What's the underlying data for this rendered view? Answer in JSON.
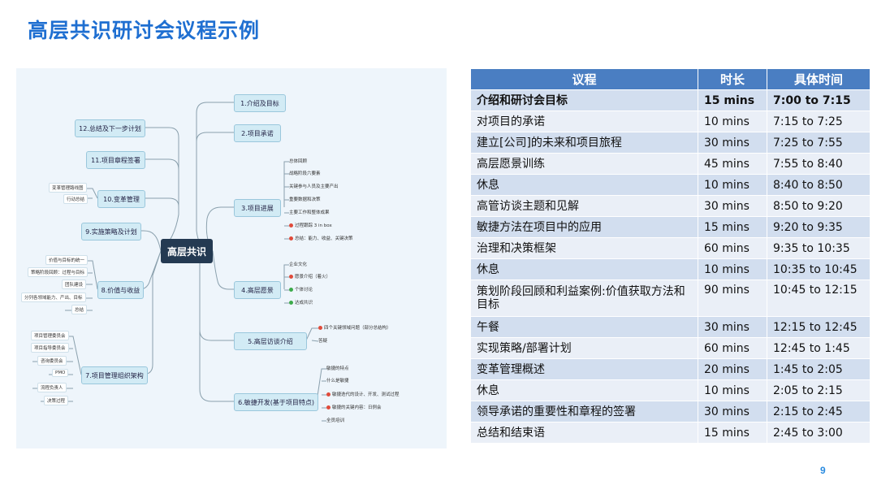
{
  "page_title": "高层共识研讨会议程示例",
  "page_number": "9",
  "mindmap": {
    "center": "高层共识",
    "right_branches": [
      {
        "label": "1.介绍及目标"
      },
      {
        "label": "2.项目承诺"
      },
      {
        "label": "3.项目进展",
        "children": [
          "总体回顾",
          "战略阶段六要素",
          "关键参与人员及主要产出",
          "重要数据和决策",
          "主要工作和整体成果",
          "过程跟踪 3 in box",
          "总结：能力、收益、关键决策"
        ]
      },
      {
        "label": "4.高层愿景",
        "children": [
          "企业文化",
          "愿景介绍（着火）",
          "个体讨论",
          "达成共识"
        ]
      },
      {
        "label": "5.高层访谈介绍",
        "children": [
          "四个关键领域问题（部分总结构）",
          "答疑"
        ]
      },
      {
        "label": "6.敏捷开发(基于项目特点)",
        "children": [
          "敏捷的特点",
          "什么是敏捷",
          "敏捷迭代的设计、开发、测试过程",
          "敏捷的关键内容：日例会",
          "全员培训"
        ]
      }
    ],
    "left_branches": [
      {
        "label": "12.总结及下一步计划"
      },
      {
        "label": "11.项目章程签署"
      },
      {
        "label": "10.变革管理",
        "children": [
          "变革管理路线图",
          "行动总结"
        ]
      },
      {
        "label": "9.实施策略及计划"
      },
      {
        "label": "8.价值与收益",
        "children": [
          "价值与目标的统一",
          "策略阶段回顾：过程与目标",
          "团队建设",
          "分列各领域能力、产出、目标",
          "总结"
        ]
      },
      {
        "label": "7.项目管理组织架构",
        "children": [
          "项目管理委员会",
          "项目指导委员会",
          "咨询委员会",
          "PMO",
          "流程负责人",
          "决策过程"
        ]
      }
    ]
  },
  "agenda": {
    "headers": [
      "议程",
      "时长",
      "具体时间"
    ],
    "rows": [
      {
        "item": "介绍和研讨会目标",
        "duration": "15 mins",
        "time": "7:00 to 7:15"
      },
      {
        "item": "对项目的承诺",
        "duration": "10 mins",
        "time": "7:15 to 7:25"
      },
      {
        "item": "建立[公司]的未来和项目旅程",
        "duration": "30 mins",
        "time": "7:25 to 7:55"
      },
      {
        "item": "高层愿景训练",
        "duration": "45 mins",
        "time": "7:55 to 8:40"
      },
      {
        "item": "休息",
        "duration": "10 mins",
        "time": "8:40 to 8:50"
      },
      {
        "item": "高管访谈主题和见解",
        "duration": "30 mins",
        "time": "8:50 to 9:20"
      },
      {
        "item": "敏捷方法在项目中的应用",
        "duration": "15 mins",
        "time": "9:20 to 9:35"
      },
      {
        "item": "治理和决策框架",
        "duration": "60 mins",
        "time": "9:35 to 10:35"
      },
      {
        "item": "休息",
        "duration": "10 mins",
        "time": "10:35 to 10:45"
      },
      {
        "item": "策划阶段回顾和利益案例:价值获取方法和目标",
        "duration": "90 mins",
        "time": "10:45 to 12:15"
      },
      {
        "item": "午餐",
        "duration": "30 mins",
        "time": "12:15 to 12:45"
      },
      {
        "item": "实现策略/部署计划",
        "duration": "60 mins",
        "time": "12:45 to 1:45"
      },
      {
        "item": "变革管理概述",
        "duration": "20 mins",
        "time": "1:45 to 2:05"
      },
      {
        "item": "休息",
        "duration": "10 mins",
        "time": "2:05 to 2:15"
      },
      {
        "item": "领导承诺的重要性和章程的签署",
        "duration": "30 mins",
        "time": "2:15 to 2:45"
      },
      {
        "item": "总结和结束语",
        "duration": "15 mins",
        "time": "2:45 to 3:00"
      }
    ]
  }
}
